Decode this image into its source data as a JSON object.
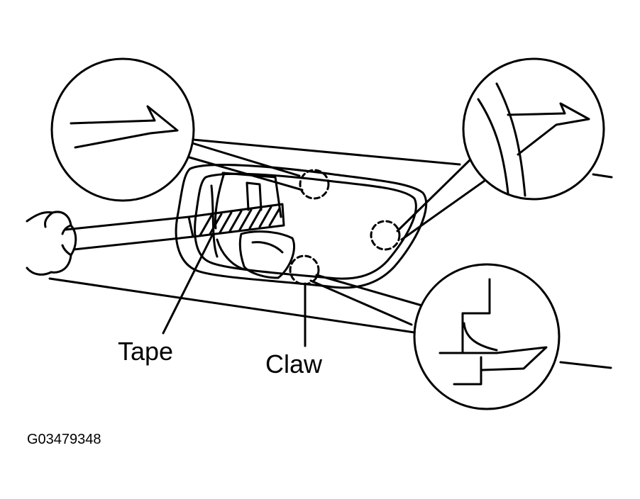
{
  "labels": {
    "tape": "Tape",
    "claw": "Claw"
  },
  "figure_code": "G03479348",
  "colors": {
    "ink": "#000000",
    "paper": "#ffffff"
  },
  "icons": [
    "screwdriver-icon",
    "claw-circle-marker",
    "magnified-detail-callout"
  ]
}
